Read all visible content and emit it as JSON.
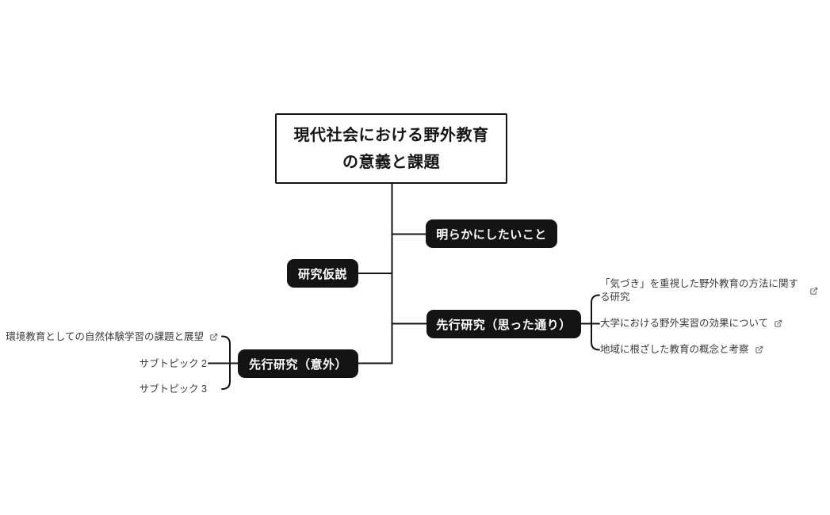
{
  "app": {
    "view": "mindmap-canvas"
  },
  "colors": {
    "canvas_bg": "#ffffff",
    "node_fill": "#141414",
    "node_text": "#ffffff",
    "root_fill": "#ffffff",
    "root_border": "#141414",
    "root_text": "#161616",
    "child_text": "#3b3b3b",
    "icon": "#6b6b6b",
    "connector": "#141414"
  },
  "mindmap": {
    "root": {
      "label": "現代社会における野外教育の意義と課題",
      "lines": [
        "現代社会における野外教育",
        "の意義と課題"
      ]
    },
    "clarify": {
      "label": "明らかにしたいこと"
    },
    "hypothesis": {
      "label": "研究仮説"
    },
    "prior_expected": {
      "label": "先行研究（思った通り）",
      "children": [
        {
          "label": "「気づき」を重視した野外教育の方法に関する研究",
          "link_icon": "external-link"
        },
        {
          "label": "大学における野外実習の効果について",
          "link_icon": "external-link"
        },
        {
          "label": "地域に根ざした教育の概念と考察",
          "link_icon": "external-link"
        }
      ]
    },
    "prior_unexpected": {
      "label": "先行研究（意外）",
      "children": [
        {
          "label": "環境教育としての自然体験学習の課題と展望",
          "link_icon": "external-link"
        },
        {
          "label": "サブトピック 2",
          "link_icon": null
        },
        {
          "label": "サブトピック 3",
          "link_icon": null
        }
      ]
    }
  }
}
